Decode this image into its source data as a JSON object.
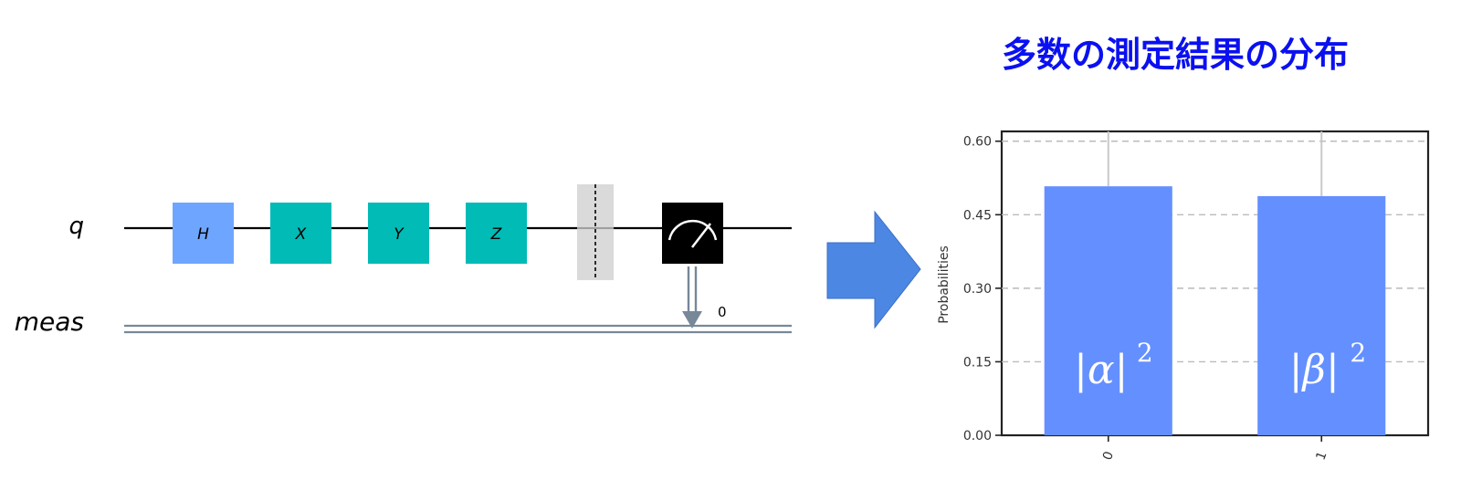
{
  "title": "多数の測定結果の分布",
  "circuit": {
    "wires": {
      "quantum": "q",
      "classical": "meas"
    },
    "gates": [
      {
        "label": "H",
        "color": "#6ea6ff"
      },
      {
        "label": "X",
        "color": "#00bbb6"
      },
      {
        "label": "Y",
        "color": "#00bbb6"
      },
      {
        "label": "Z",
        "color": "#00bbb6"
      }
    ],
    "barrier_color": "#d3d3d3",
    "measure_color": "#000000",
    "measure_bit_label": "0",
    "classical_color": "#778899"
  },
  "arrow": {
    "color": "#4c87e4",
    "icon": "right-arrow"
  },
  "chart_data": {
    "type": "bar",
    "categories": [
      "0",
      "1"
    ],
    "values": [
      0.508,
      0.488
    ],
    "ylabel": "Probabilities",
    "ylim": [
      0,
      0.62
    ],
    "yticks": [
      "0.00",
      "0.15",
      "0.30",
      "0.45",
      "0.60"
    ],
    "ytick_values": [
      0,
      0.15,
      0.3,
      0.45,
      0.6
    ],
    "bar_color": "#648fff",
    "bar_labels": [
      {
        "base": "|α|",
        "exp": "2"
      },
      {
        "base": "|β|",
        "exp": "2"
      }
    ],
    "grid": true
  }
}
